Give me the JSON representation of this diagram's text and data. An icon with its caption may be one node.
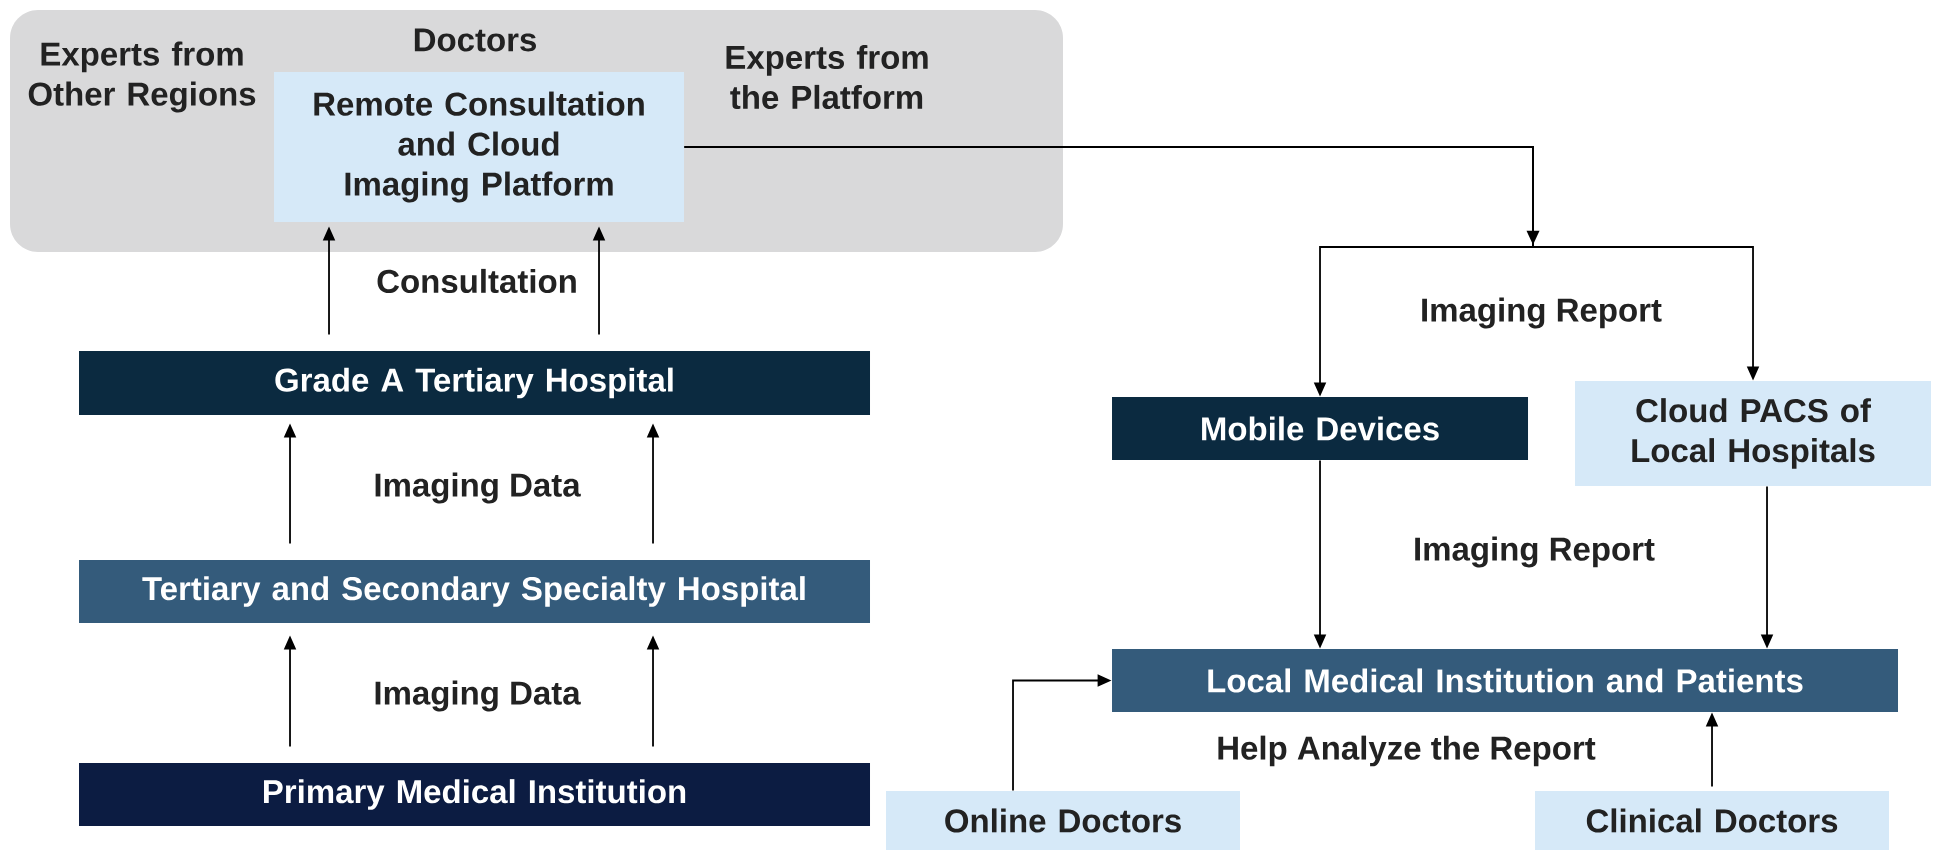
{
  "diagram": {
    "nodes": [
      {
        "text": [
          "Experts from Other Regions",
          "Doctors",
          "Experts from the Platform"
        ]
      },
      {
        "text": [
          "Remote Consultation and Cloud Imaging Platform"
        ],
        "in": 0
      },
      {
        "text": [
          "Grade A Tertiary Hospital"
        ]
      },
      {
        "text": [
          "Tertiary and Secondary Specialty Hospital"
        ]
      },
      {
        "text": [
          "Primary Medical Institution"
        ]
      },
      {
        "text": [
          "Mobile Devices"
        ]
      },
      {
        "text": [
          "Cloud PACS of Local Hospitals"
        ]
      },
      {
        "text": [
          "Local Medical Institution and Patients"
        ]
      },
      {
        "text": [
          "Online Doctors"
        ]
      },
      {
        "text": [
          "Clinical Doctors"
        ]
      }
    ],
    "edges": [
      {
        "from": 2,
        "to": 1,
        "arrow": "to"
      },
      {
        "from": 2,
        "to": 1,
        "arrow": "to"
      },
      {
        "from": 3,
        "to": 2,
        "arrow": "to",
        "label": "Imaging Data"
      },
      {
        "from": 3,
        "to": 2,
        "arrow": "to"
      },
      {
        "from": 4,
        "to": 3,
        "arrow": "to",
        "label": "Imaging Data"
      },
      {
        "from": 4,
        "to": 3,
        "arrow": "to"
      },
      {
        "from": 1,
        "to": 5,
        "arrow": "to",
        "label": "Imaging Report"
      },
      {
        "from": 1,
        "to": 6,
        "arrow": "to"
      },
      {
        "from": 5,
        "to": 7,
        "arrow": "to",
        "label": "Imaging Report"
      },
      {
        "from": 6,
        "to": 7,
        "arrow": "to"
      },
      {
        "from": 8,
        "to": 7,
        "arrow": "to"
      },
      {
        "from": 9,
        "to": 7,
        "arrow": "to"
      }
    ],
    "labels": [
      "Consultation",
      "Help Analyze the Report"
    ]
  }
}
